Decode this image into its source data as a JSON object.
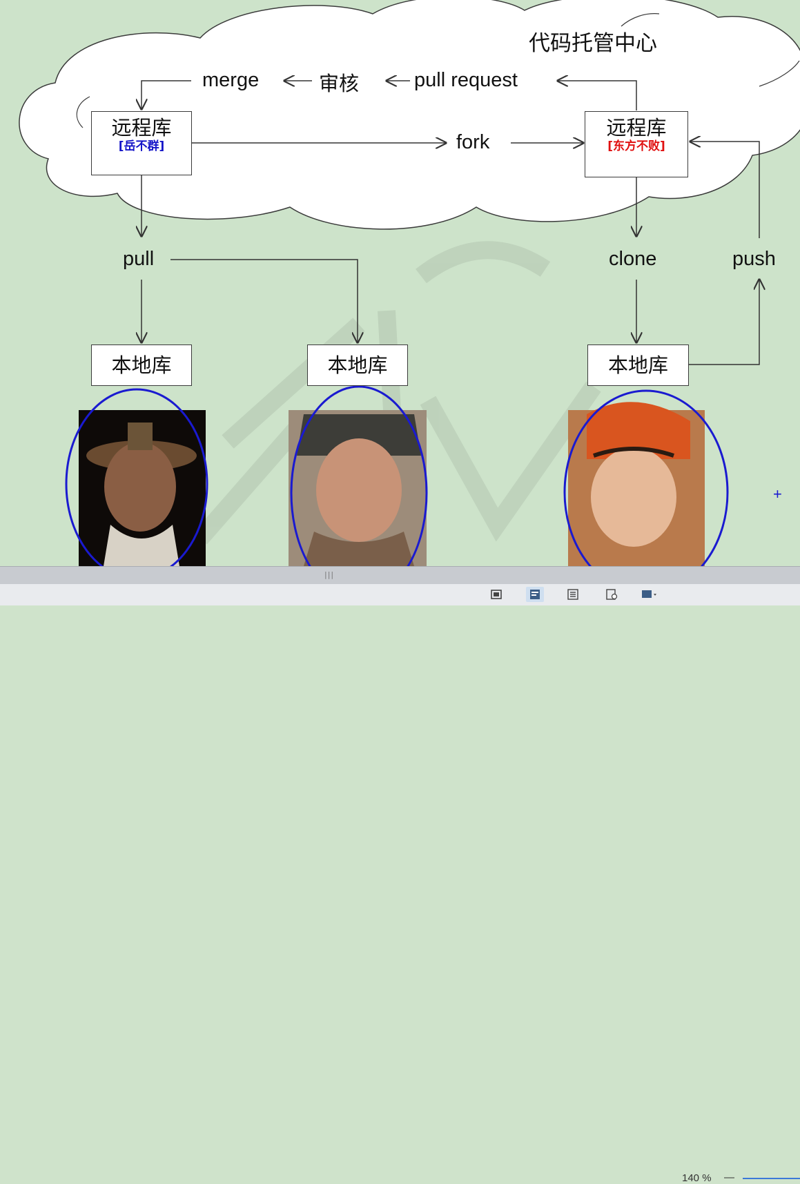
{
  "diagram": {
    "cloud_title": "代码托管中心",
    "merge_label": "merge",
    "review_label": "审核",
    "pull_request_label": "pull request",
    "fork_label": "fork",
    "pull_label": "pull",
    "clone_label": "clone",
    "push_label": "push",
    "arrow_left": "←",
    "remote_left": {
      "title": "远程库",
      "owner": "[岳不群]",
      "owner_color": "#1515c8"
    },
    "remote_right": {
      "title": "远程库",
      "owner": "[东方不败]",
      "owner_color": "#e01010"
    },
    "local_repos": [
      "本地库",
      "本地库",
      "本地库"
    ],
    "highlight_color": "#1a1ad0"
  },
  "portraits": [
    {
      "name": "portrait-yue-buqun"
    },
    {
      "name": "portrait-linghu-chong"
    },
    {
      "name": "portrait-dongfang-bubai"
    }
  ],
  "statusbar": {
    "zoom": "140 %",
    "zoom_minus": "—",
    "grip": "|||",
    "plus_marker": "+",
    "icons": [
      "fit-page-icon",
      "normal-view-icon",
      "outline-view-icon",
      "reading-view-icon",
      "slideshow-icon"
    ]
  }
}
